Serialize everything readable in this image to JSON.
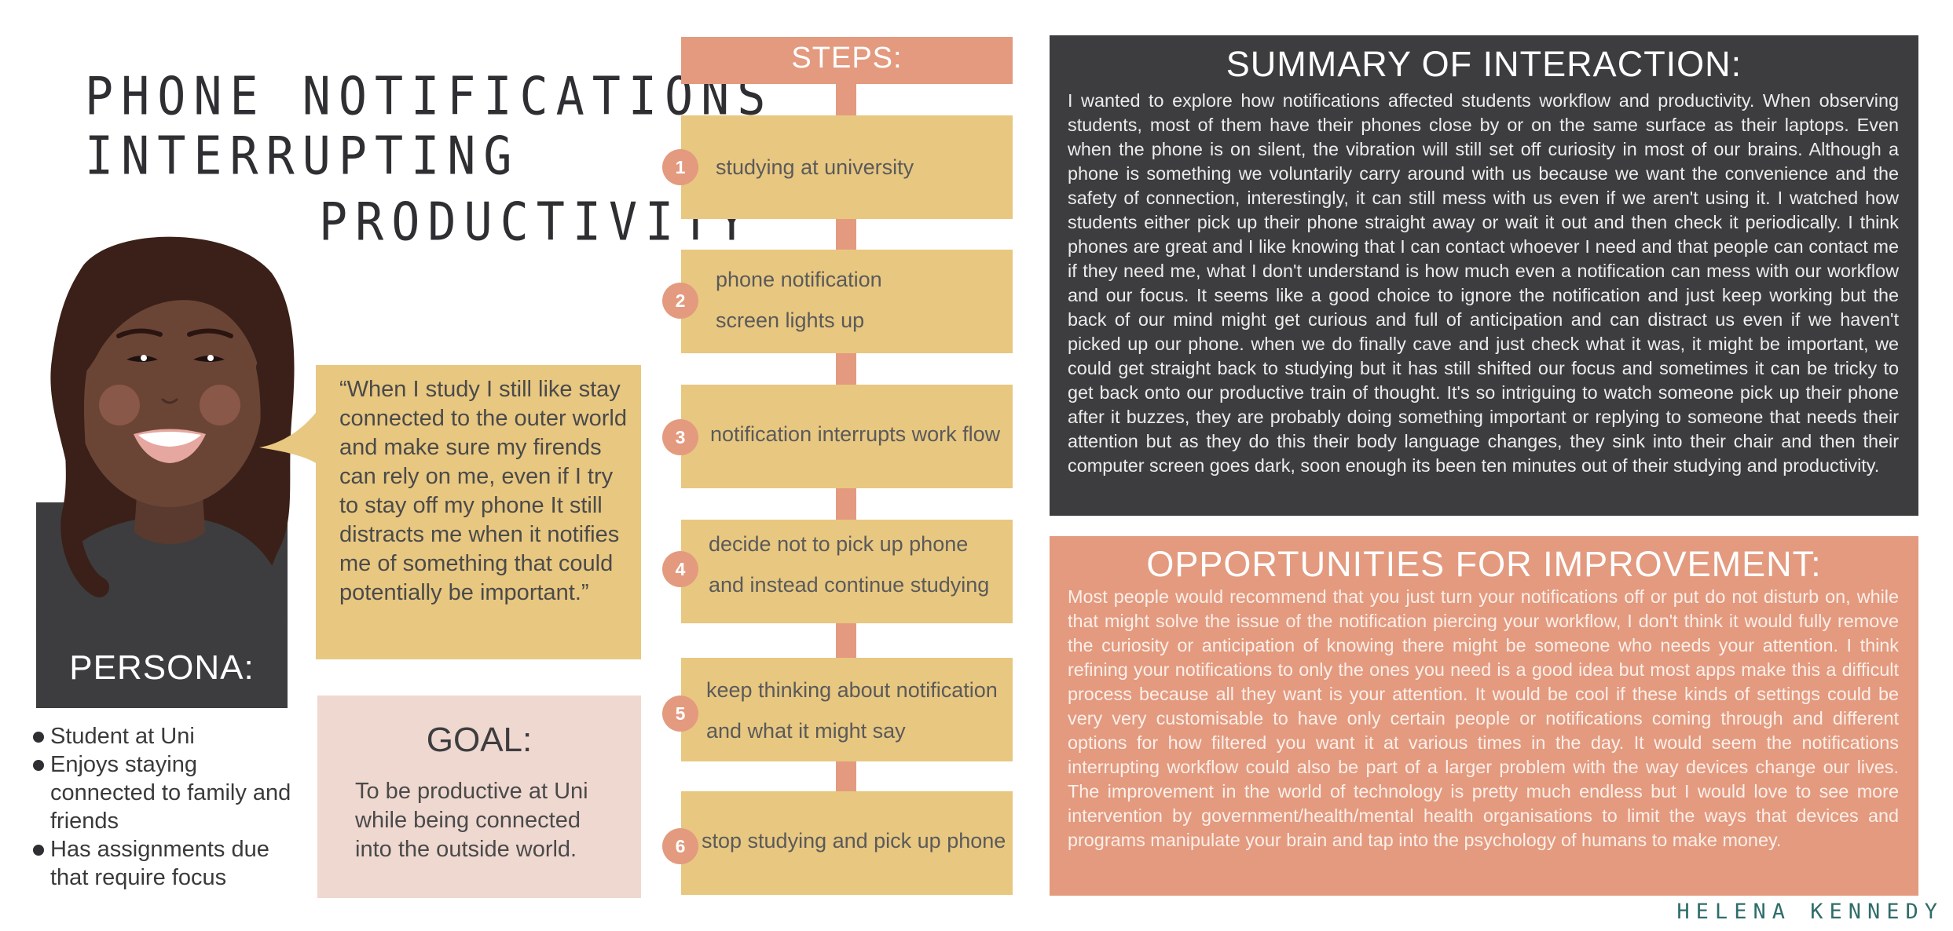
{
  "title": {
    "line1": "PHONE NOTIFICATIONS",
    "line2": "INTERRUPTING",
    "line3": "PRODUCTIVITY"
  },
  "persona": {
    "label": "PERSONA:",
    "bullets": [
      "Student at Uni",
      "Enjoys staying connected to family and friends",
      "Has assignments due that require focus"
    ],
    "icon": "woman-avatar"
  },
  "quote": "“When I study I still like stay connected to the outer world and make sure my firends can rely on me, even if I try to stay off my phone It still distracts me when it notifies me of something that could potentially be important.”",
  "goal": {
    "title": "GOAL:",
    "text": "To be productive at Uni while being connected into the outside world."
  },
  "steps": {
    "title": "STEPS:",
    "items": [
      {
        "num": "1",
        "line1": "studying at university",
        "line2": ""
      },
      {
        "num": "2",
        "line1": "phone notification",
        "line2": "screen lights up"
      },
      {
        "num": "3",
        "line1": "notification interrupts work flow",
        "line2": ""
      },
      {
        "num": "4",
        "line1": "decide not to pick up phone",
        "line2": "and instead continue studying"
      },
      {
        "num": "5",
        "line1": "keep thinking about notification",
        "line2": "and what it might say"
      },
      {
        "num": "6",
        "line1": "stop studying and pick up phone",
        "line2": ""
      }
    ]
  },
  "summary": {
    "title": "SUMMARY OF INTERACTION:",
    "text": "I wanted to explore how notifications affected students workflow and productivity. When observing students, most of them have their phones close by or on the same surface as their laptops. Even when the phone is on silent, the vibration will still set off curiosity in most of our brains. Although a phone is something we voluntarily carry around with us because we want the convenience and the safety of connection, interestingly, it can still mess with us even if we aren't using it. I watched how students either pick up their phone straight away or wait it out and then check it periodically. I think phones are great and I like knowing that I can contact whoever I need and that people can contact me if they need me, what I don't understand is how much even a notification can mess with our workflow and our focus. It seems like a good choice to ignore the notification and just keep working but the back of our mind might get curious and full of anticipation and can distract us even if we haven't picked up our phone. when we do finally cave and just check what it was, it might be important, we could get straight back to studying but it has still shifted our focus and sometimes it can be tricky to get back onto our productive train of thought. It's so intriguing to watch someone pick up their phone after it buzzes, they are probably doing something important or replying to someone that needs their attention but as they do this their body language changes, they sink into their chair and then their computer screen goes dark, soon enough its been ten minutes out of their studying and productivity."
  },
  "opportunities": {
    "title": "OPPORTUNITIES FOR IMPROVEMENT:",
    "text": "Most people would recommend that you just turn your notifications off or put do not disturb on, while that might solve the issue of the notification piercing your workflow, I don't think it would fully remove the curiosity or anticipation of knowing there might be someone who needs your attention. I think refining your notifications to only the ones you need is a good idea but most apps make this a difficult process because all they want is your attention. It would be cool if these kinds of settings could be very very customisable to have only certain people or notifications coming through and different options for how filtered you want it at various times in the day. It would seem the notifications interrupting workflow could also be part of a larger problem with the way devices change our lives. The improvement in the world of technology is pretty much endless but I would love to see more intervention by government/health/mental health organisations to limit the ways that devices and programs manipulate your brain and tap into the psychology of humans to make money."
  },
  "author": "HELENA KENNEDY",
  "colors": {
    "dark": "#3d3d3f",
    "salmon": "#e39a7f",
    "mustard": "#e8c780",
    "pink": "#efd8d0",
    "teal": "#2f6d6a"
  }
}
